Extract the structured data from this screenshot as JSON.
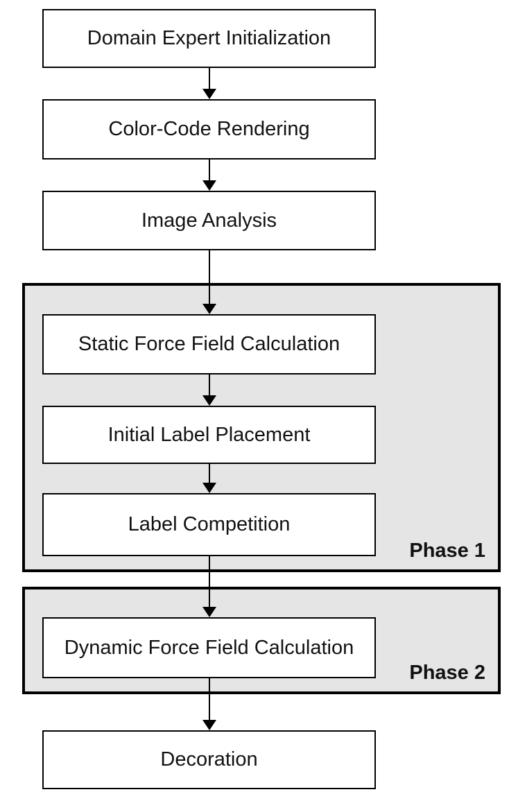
{
  "nodes": [
    {
      "id": "domain-expert-initialization",
      "label": "Domain Expert Initialization"
    },
    {
      "id": "color-code-rendering",
      "label": "Color-Code Rendering"
    },
    {
      "id": "image-analysis",
      "label": "Image Analysis"
    },
    {
      "id": "static-force-field-calculation",
      "label": "Static Force Field Calculation"
    },
    {
      "id": "initial-label-placement",
      "label": "Initial Label Placement"
    },
    {
      "id": "label-competition",
      "label": "Label Competition"
    },
    {
      "id": "dynamic-force-field-calculation",
      "label": "Dynamic Force Field Calculation"
    },
    {
      "id": "decoration",
      "label": "Decoration"
    }
  ],
  "groups": [
    {
      "id": "phase-1",
      "label": "Phase 1",
      "contains": [
        "Static Force Field Calculation",
        "Initial Label Placement",
        "Label Competition"
      ]
    },
    {
      "id": "phase-2",
      "label": "Phase 2",
      "contains": [
        "Dynamic Force Field Calculation"
      ]
    }
  ],
  "edges": [
    {
      "from": "Domain Expert Initialization",
      "to": "Color-Code Rendering"
    },
    {
      "from": "Color-Code Rendering",
      "to": "Image Analysis"
    },
    {
      "from": "Image Analysis",
      "to": "Static Force Field Calculation"
    },
    {
      "from": "Static Force Field Calculation",
      "to": "Initial Label Placement"
    },
    {
      "from": "Initial Label Placement",
      "to": "Label Competition"
    },
    {
      "from": "Label Competition",
      "to": "Dynamic Force Field Calculation"
    },
    {
      "from": "Dynamic Force Field Calculation",
      "to": "Decoration"
    }
  ],
  "colors": {
    "page_bg": "#ffffff",
    "box_fill": "#ffffff",
    "group_fill": "#e5e5e5",
    "border": "#000000",
    "text": "#111111"
  }
}
